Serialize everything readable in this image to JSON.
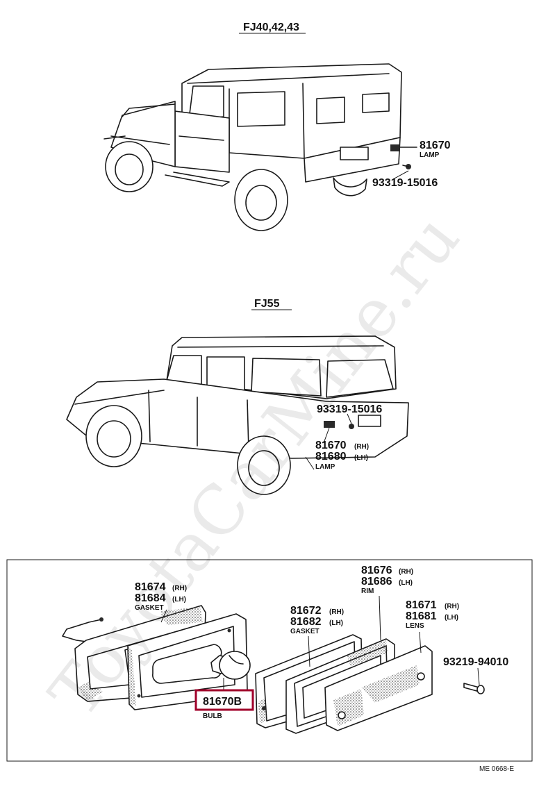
{
  "watermark": "ToyotaCarMine.ru",
  "sections": {
    "top": {
      "title": "FJ40,42,43",
      "callouts": [
        {
          "code": "81670",
          "sub": "LAMP"
        },
        {
          "code": "93319-15016",
          "sub": ""
        }
      ]
    },
    "middle": {
      "title": "FJ55",
      "callouts": [
        {
          "code": "93319-15016",
          "side": "",
          "sub": ""
        },
        {
          "code": "81670",
          "side": "(RH)",
          "sub": ""
        },
        {
          "code": "81680",
          "side": "(LH)",
          "sub": "LAMP"
        }
      ]
    },
    "exploded": {
      "parts": [
        {
          "code1": "81674",
          "side1": "(RH)",
          "code2": "81684",
          "side2": "(LH)",
          "name": "GASKET"
        },
        {
          "code1": "81676",
          "side1": "(RH)",
          "code2": "81686",
          "side2": "(LH)",
          "name": "RIM"
        },
        {
          "code1": "81672",
          "side1": "(RH)",
          "code2": "81682",
          "side2": "(LH)",
          "name": "GASKET"
        },
        {
          "code1": "81671",
          "side1": "(RH)",
          "code2": "81681",
          "side2": "(LH)",
          "name": "LENS"
        },
        {
          "code1": "93219-94010",
          "name": ""
        }
      ],
      "highlight": {
        "code": "81670B",
        "name": "BULB",
        "border_color": "#a0002a"
      }
    }
  },
  "footer": "ME  0668-E"
}
